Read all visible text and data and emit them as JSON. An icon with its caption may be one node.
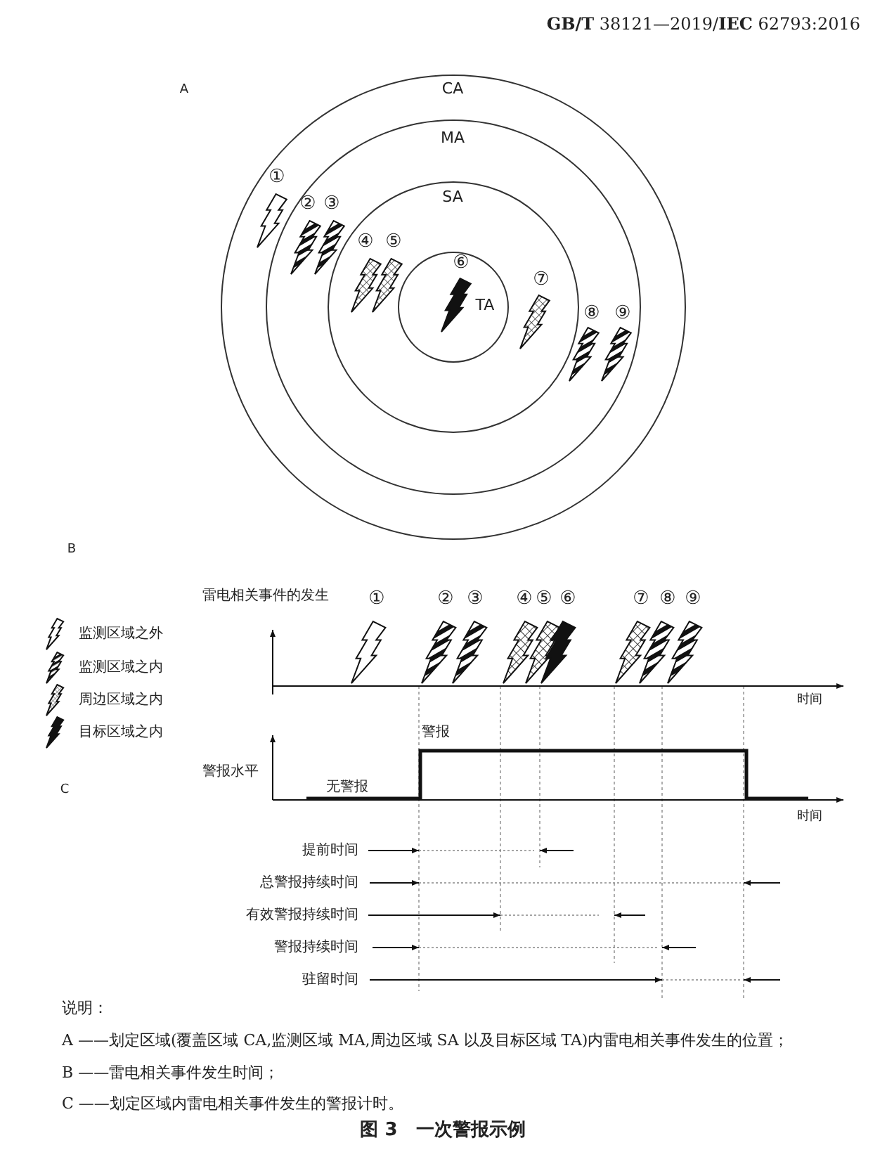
{
  "diagram": {
    "caption": "图 3　一次警报示例",
    "nodes": [
      {
        "text": [
          "CA"
        ]
      },
      {
        "text": [
          "MA"
        ],
        "in": 0
      },
      {
        "text": [
          "SA"
        ],
        "in": 1
      },
      {
        "text": [
          "TA"
        ],
        "in": 2
      }
    ],
    "labels": [
      "**GB/T** 38121—2019/**IEC** 62793:2016",
      "A",
      "①",
      "②",
      "③",
      "④",
      "⑤",
      "⑥",
      "⑦",
      "⑧",
      "⑨",
      "B",
      "雷电相关事件的发生",
      "①",
      "②",
      "③",
      "④",
      "⑤",
      "⑥",
      "⑦",
      "⑧",
      "⑨",
      "时间",
      "警报",
      "警报水平",
      "C",
      "无警报",
      "时间",
      "提前时间",
      "总警报持续时间",
      "有效警报持续时间",
      "警报持续时间",
      "驻留时间",
      "说明：",
      "A ——划定区域(覆盖区域 CA,监测区域 MA,周边区域 SA 以及目标区域 TA)内雷电相关事件发生的位置；",
      "B ——雷电相关事件发生时间；",
      "C ——划定区域内雷电相关事件发生的警报计时。"
    ],
    "legend": [
      {
        "text": "监测区域之外"
      },
      {
        "text": "监测区域之内"
      },
      {
        "text": "周边区域之内"
      },
      {
        "text": "目标区域之内"
      }
    ]
  }
}
